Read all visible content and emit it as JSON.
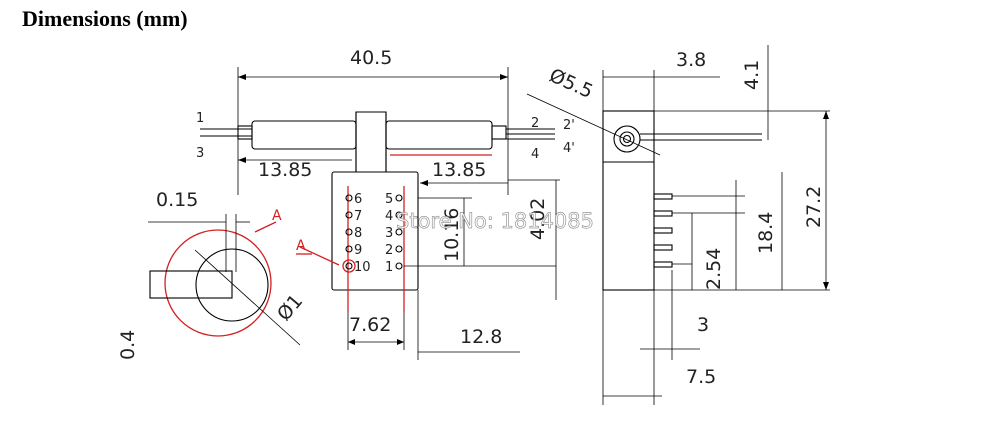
{
  "title": "Dimensions (mm)",
  "watermark": "Store No: 1814085",
  "dimensions": {
    "overall_length": "40.5",
    "left_span": "13.85",
    "right_span": "13.85",
    "fiber_clearance": "0.15",
    "fiber_offset": "0.4",
    "fiber_diameter": "Ø1",
    "pin_pitch_width": "7.62",
    "body_width": "12.8",
    "pin_height": "10.16",
    "tab_height": "4.02",
    "side_top_width": "3.8",
    "side_top_offset": "4.1",
    "port_diameter": "Ø5.5",
    "side_height": "27.2",
    "pin_length": "18.4",
    "pin_pitch": "2.54",
    "side_pin_width": "3",
    "side_depth": "7.5"
  },
  "fiber_ports": {
    "left_top": "1",
    "left_bottom": "3",
    "right_top": "2",
    "right_bottom": "4",
    "right_top_alt": "2'",
    "right_bottom_alt": "4'"
  },
  "pins_left": [
    "6",
    "7",
    "8",
    "9",
    "10"
  ],
  "pins_right": [
    "5",
    "4",
    "3",
    "2",
    "1"
  ],
  "callouts": {
    "a1": "A",
    "a2": "A"
  },
  "colors": {
    "line": "#000000",
    "highlight": "#d32020"
  }
}
